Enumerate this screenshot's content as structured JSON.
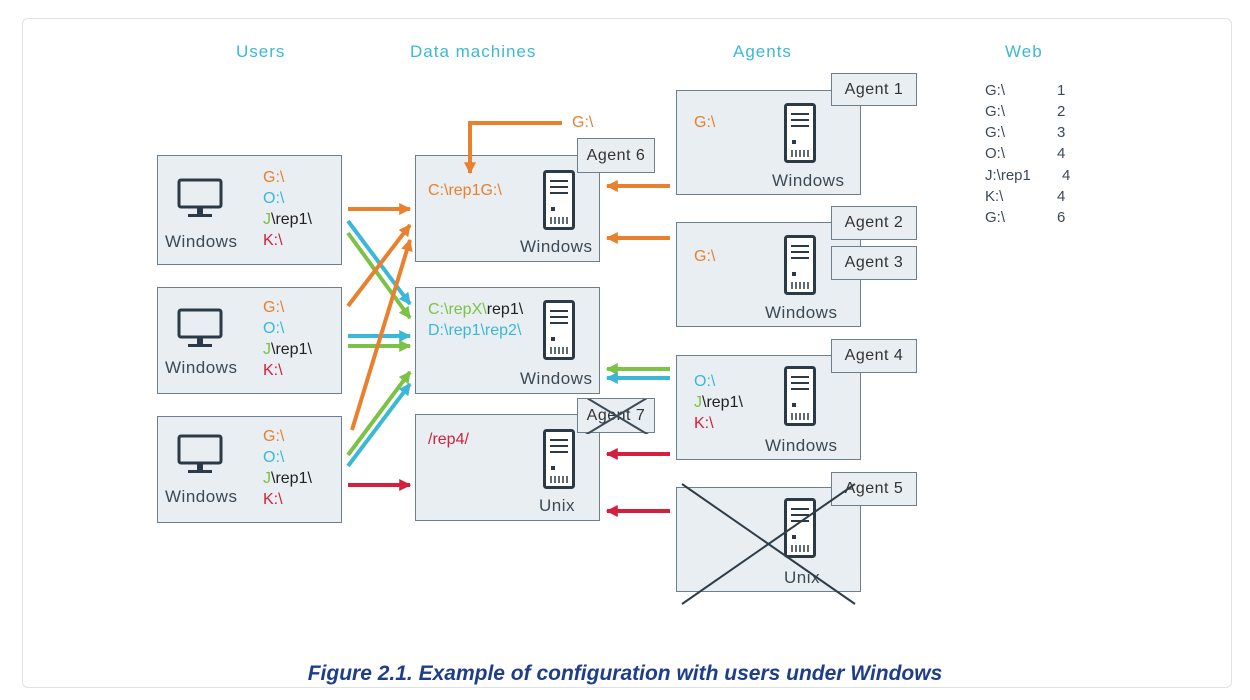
{
  "columns": {
    "users": "Users",
    "data_machines": "Data machines",
    "agents": "Agents",
    "web": "Web"
  },
  "users": [
    {
      "os": "Windows",
      "drives": {
        "g": "G:\\",
        "o": "O:\\",
        "j": "J",
        "j_rest": "\\rep1\\",
        "k": "K:\\"
      }
    },
    {
      "os": "Windows",
      "drives": {
        "g": "G:\\",
        "o": "O:\\",
        "j": "J",
        "j_rest": "\\rep1\\",
        "k": "K:\\"
      }
    },
    {
      "os": "Windows",
      "drives": {
        "g": "G:\\",
        "o": "O:\\",
        "j": "J",
        "j_rest": "\\rep1\\",
        "k": "K:\\"
      }
    }
  ],
  "data_machines": [
    {
      "os": "Windows",
      "path": "C:\\rep1G:\\",
      "agent": "Agent 6",
      "incoming_share": "G:\\"
    },
    {
      "os": "Windows",
      "path1_a": "C:\\repX\\",
      "path1_b": "rep1\\",
      "path2": "D:\\rep1\\rep2\\"
    },
    {
      "os": "Unix",
      "path": "/rep4/",
      "agent": "Agent 7"
    }
  ],
  "agents": [
    {
      "label": "Agent 1",
      "os": "Windows",
      "drive": "G:\\"
    },
    {
      "label": "Agent 2",
      "label2": "Agent 3",
      "os": "Windows",
      "drive": "G:\\"
    },
    {
      "label": "Agent 4",
      "os": "Windows",
      "drive_o": "O:\\",
      "drive_j": "J",
      "drive_j_rest": "\\rep1\\",
      "drive_k": "K:\\"
    },
    {
      "label": "Agent 5",
      "os": "Unix"
    }
  ],
  "web": [
    {
      "drive": "G:\\",
      "agent": "1"
    },
    {
      "drive": "G:\\",
      "agent": "2"
    },
    {
      "drive": "G:\\",
      "agent": "3"
    },
    {
      "drive": "O:\\",
      "agent": "4"
    },
    {
      "drive": "J:\\rep1",
      "agent": "4"
    },
    {
      "drive": "K:\\",
      "agent": "4"
    },
    {
      "drive": "G:\\",
      "agent": "6"
    }
  ],
  "caption": "Figure 2.1. Example of configuration with users under Windows",
  "colors": {
    "orange": "#e8802e",
    "blue": "#3bb8d8",
    "green": "#7cc246",
    "red": "#d4203c",
    "box_fill": "#e8eef1",
    "box_border": "#6d7f8c",
    "caption": "#1e3e8c"
  }
}
